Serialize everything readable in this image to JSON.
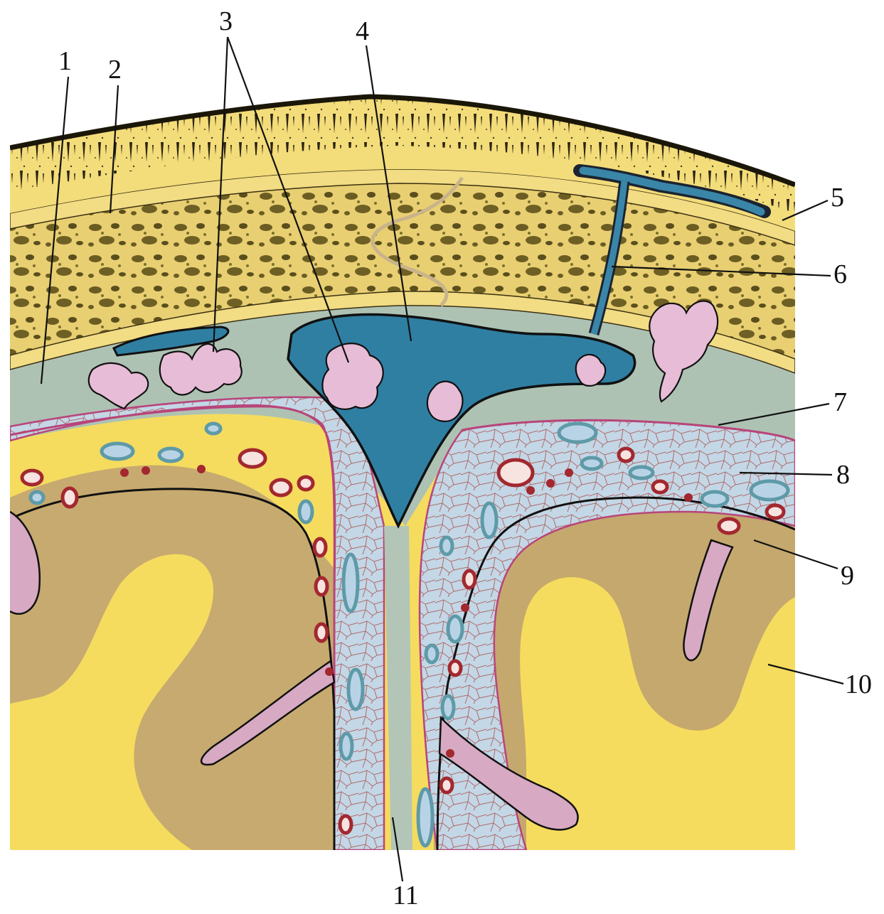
{
  "figure": {
    "labels": [
      {
        "id": "1",
        "text": "1"
      },
      {
        "id": "2",
        "text": "2"
      },
      {
        "id": "3",
        "text": "3"
      },
      {
        "id": "4",
        "text": "4"
      },
      {
        "id": "5",
        "text": "5"
      },
      {
        "id": "6",
        "text": "6"
      },
      {
        "id": "7",
        "text": "7"
      },
      {
        "id": "8",
        "text": "8"
      },
      {
        "id": "9",
        "text": "9"
      },
      {
        "id": "10",
        "text": "10"
      },
      {
        "id": "11",
        "text": "11"
      }
    ],
    "colors": {
      "scalp": "#f3dc7a",
      "bone_spongy": "#e9cf6a",
      "bone_pores": "#5f5420",
      "dura": "#a9bfb0",
      "sinus_venous": "#2f7fa3",
      "arachnoid_granulation": "#e7bcd6",
      "subarachnoid": "#b9d3e6",
      "pia_mater": "#b8457a",
      "artery": "#a3282f",
      "vein": "#5e9aa8",
      "cortex_gray": "#c8ac72",
      "white_matter": "#f6dd5c"
    }
  }
}
